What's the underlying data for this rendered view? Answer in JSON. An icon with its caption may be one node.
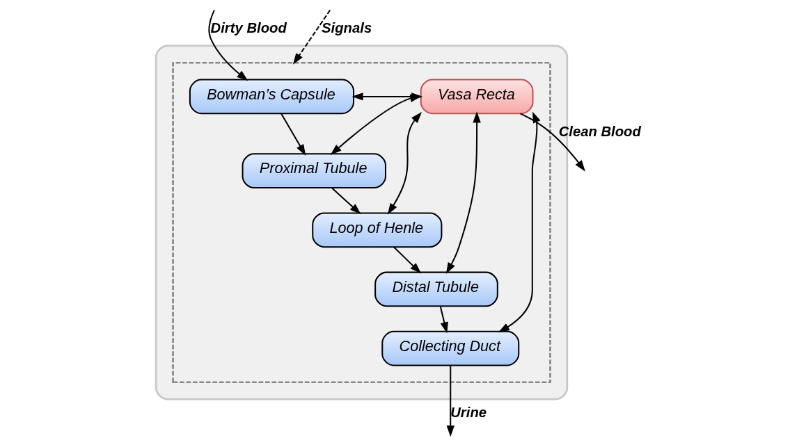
{
  "diagram": {
    "nodes": [
      {
        "text": [],
        "shape": "box"
      },
      {
        "text": [],
        "shape": "box",
        "in": 0
      },
      {
        "text": [
          "Bowman’s Capsule"
        ],
        "in": 1
      },
      {
        "text": [
          "Proximal Tubule"
        ],
        "in": 1
      },
      {
        "text": [
          "Loop of Henle"
        ],
        "in": 1
      },
      {
        "text": [
          "Distal Tubule"
        ],
        "in": 1
      },
      {
        "text": [
          "Collecting Duct"
        ],
        "in": 1
      },
      {
        "text": [
          "Vasa Recta"
        ],
        "in": 1
      }
    ],
    "edges": [
      {
        "from": null,
        "to": 2,
        "arrow": "to",
        "label": "Dirty Blood"
      },
      {
        "from": null,
        "to": 1,
        "arrow": "to",
        "label": "Signals",
        "style": "dashed"
      },
      {
        "from": 7,
        "to": null,
        "arrow": "to",
        "label": "Clean Blood"
      },
      {
        "from": 2,
        "to": 7,
        "arrow": "both"
      },
      {
        "from": 2,
        "to": 3,
        "arrow": "to"
      },
      {
        "from": 3,
        "to": 4,
        "arrow": "to"
      },
      {
        "from": 4,
        "to": 5,
        "arrow": "to"
      },
      {
        "from": 5,
        "to": 6,
        "arrow": "to"
      },
      {
        "from": 7,
        "to": 3,
        "arrow": "both"
      },
      {
        "from": 7,
        "to": 4,
        "arrow": "both"
      },
      {
        "from": 7,
        "to": 5,
        "arrow": "both"
      },
      {
        "from": 7,
        "to": 6,
        "arrow": "both"
      },
      {
        "from": 6,
        "to": null,
        "arrow": "to",
        "label": "Urine"
      }
    ]
  }
}
